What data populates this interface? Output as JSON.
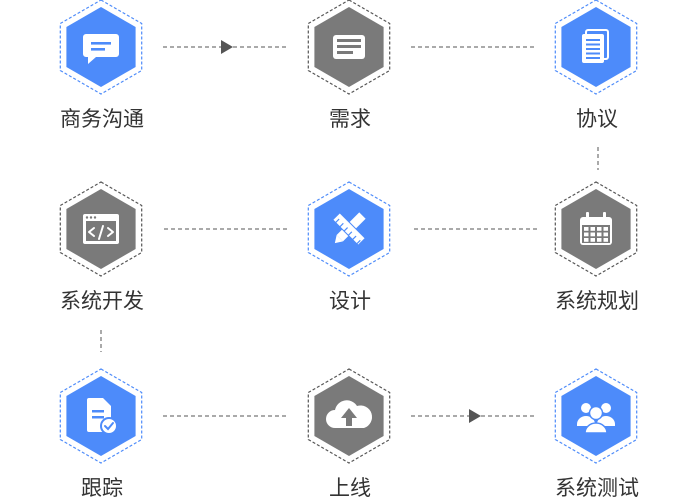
{
  "colors": {
    "blue": "#4D8BFA",
    "gray": "#7A7A7A",
    "connector": "#555555",
    "border_blue": "#4D8BFA",
    "border_gray": "#555555",
    "text": "#333333"
  },
  "steps": [
    {
      "label": "商务沟通",
      "icon": "message-icon",
      "variant": "blue"
    },
    {
      "label": "需求",
      "icon": "id-card-icon",
      "variant": "gray"
    },
    {
      "label": "协议",
      "icon": "document-icon",
      "variant": "blue"
    },
    {
      "label": "系统开发",
      "icon": "code-window-icon",
      "variant": "gray"
    },
    {
      "label": "设计",
      "icon": "design-tools-icon",
      "variant": "blue"
    },
    {
      "label": "系统规划",
      "icon": "calendar-icon",
      "variant": "gray"
    },
    {
      "label": "跟踪",
      "icon": "report-check-icon",
      "variant": "blue"
    },
    {
      "label": "上线",
      "icon": "cloud-upload-icon",
      "variant": "gray"
    },
    {
      "label": "系统测试",
      "icon": "team-icon",
      "variant": "blue"
    }
  ]
}
